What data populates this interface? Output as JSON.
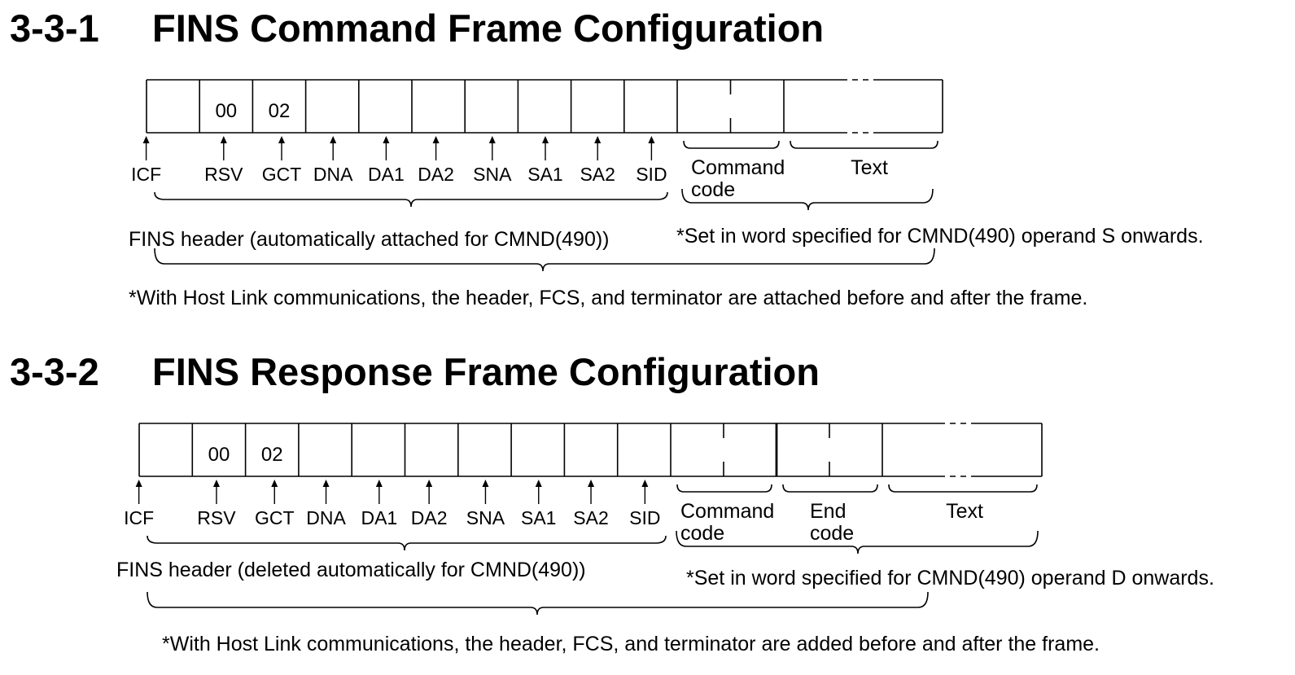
{
  "sections": [
    {
      "number": "3-3-1",
      "title": "FINS Command Frame Configuration",
      "cells": [
        "",
        "00",
        "02",
        "",
        "",
        "",
        "",
        "",
        "",
        ""
      ],
      "fields": [
        "ICF",
        "RSV",
        "GCT",
        "DNA",
        "DA1",
        "DA2",
        "SNA",
        "SA1",
        "SA2",
        "SID"
      ],
      "groups": [
        {
          "lines": [
            "Command",
            "code"
          ]
        },
        {
          "lines": [
            "Text"
          ]
        }
      ],
      "header_label": "FINS header (automatically attached for CMND(490))",
      "operand_note": "*Set in word specified for CMND(490) operand S onwards.",
      "footer_note": "*With Host Link communications, the header, FCS, and terminator are attached before and after the frame."
    },
    {
      "number": "3-3-2",
      "title": "FINS Response Frame Configuration",
      "cells": [
        "",
        "00",
        "02",
        "",
        "",
        "",
        "",
        "",
        "",
        ""
      ],
      "fields": [
        "ICF",
        "RSV",
        "GCT",
        "DNA",
        "DA1",
        "DA2",
        "SNA",
        "SA1",
        "SA2",
        "SID"
      ],
      "groups": [
        {
          "lines": [
            "Command",
            "code"
          ]
        },
        {
          "lines": [
            "End",
            "code"
          ]
        },
        {
          "lines": [
            "Text"
          ]
        }
      ],
      "header_label": "FINS header (deleted automatically for CMND(490))",
      "operand_note": "*Set in word specified for CMND(490) operand D onwards.",
      "footer_note": "*With Host Link communications, the header, FCS, and terminator are added before and after the frame."
    }
  ]
}
